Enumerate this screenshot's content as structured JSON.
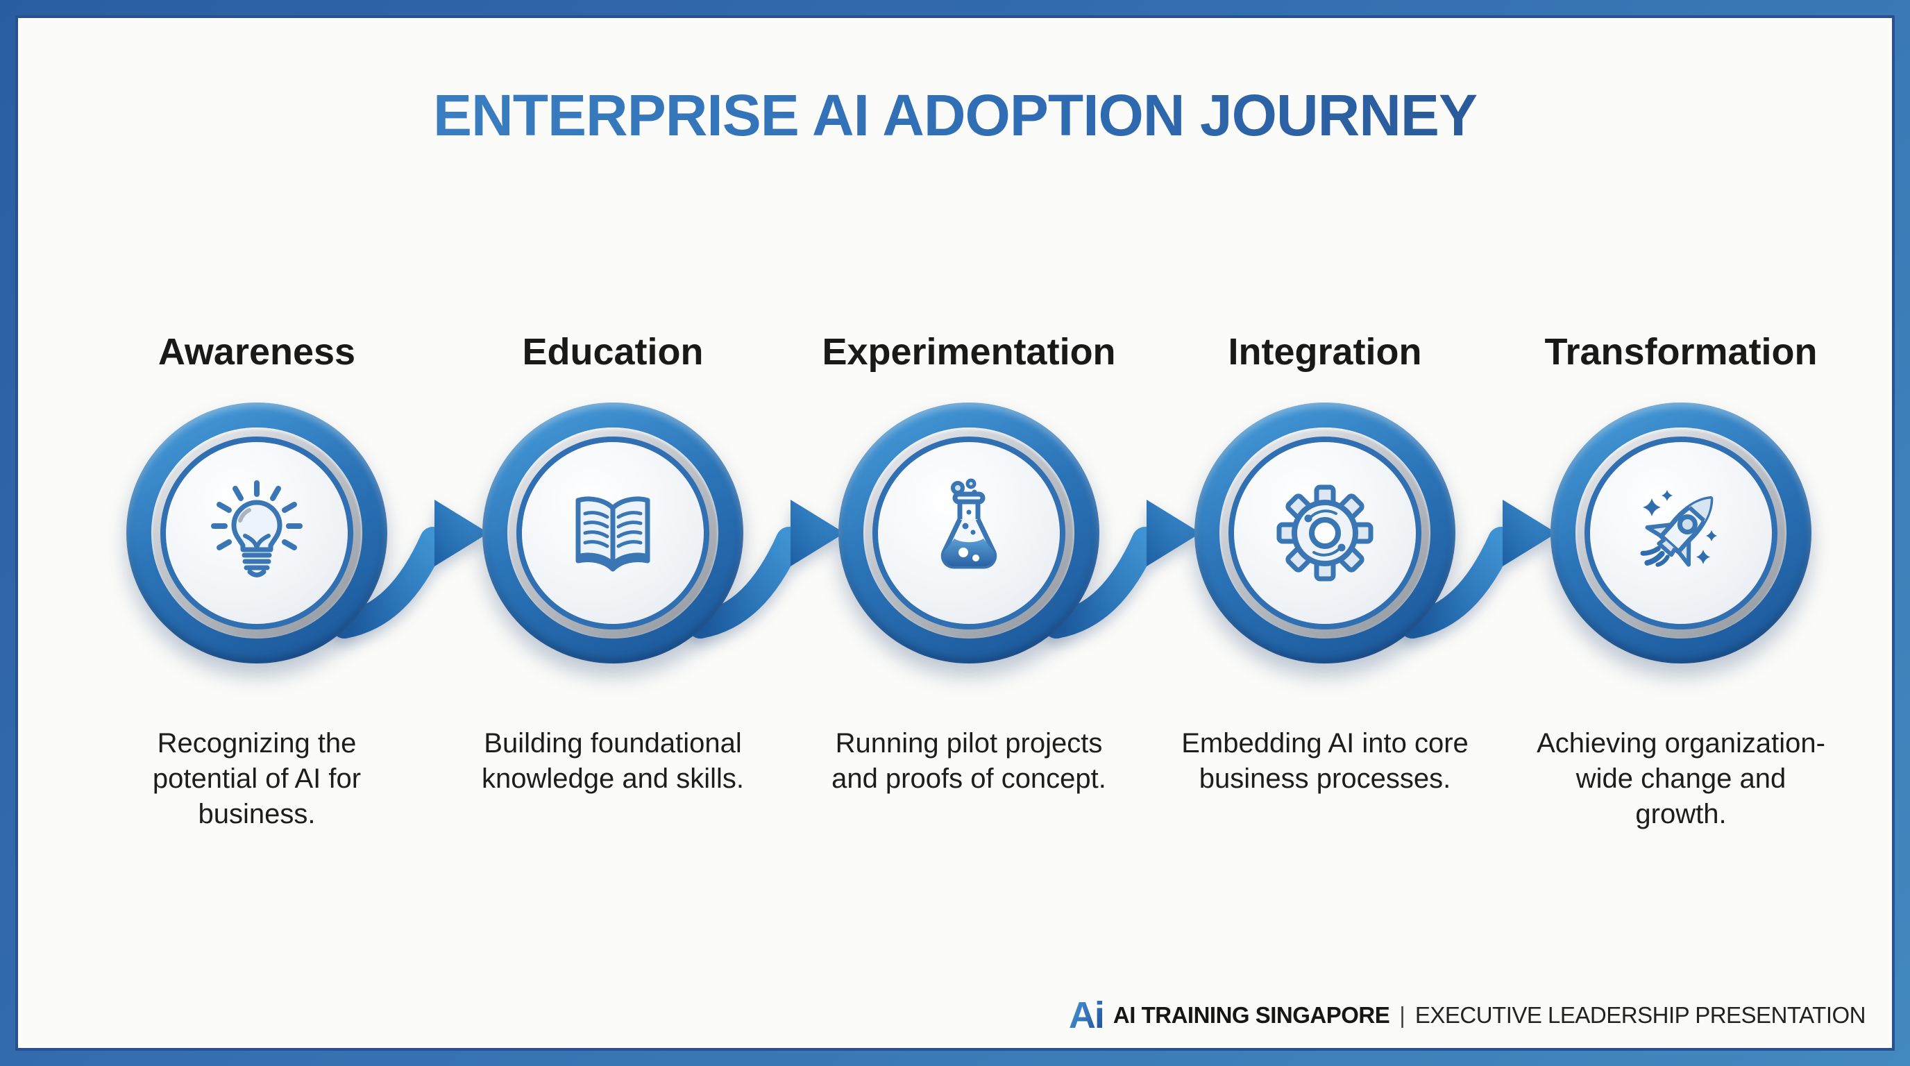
{
  "title": "ENTERPRISE AI ADOPTION JOURNEY",
  "stages": [
    {
      "label": "Awareness",
      "description": "Recognizing the potential of AI for business.",
      "icon": "lightbulb-icon"
    },
    {
      "label": "Education",
      "description": "Building foundational knowledge and skills.",
      "icon": "open-book-icon"
    },
    {
      "label": "Experimentation",
      "description": "Running pilot projects and proofs of concept.",
      "icon": "flask-icon"
    },
    {
      "label": "Integration",
      "description": "Embedding AI into core business processes.",
      "icon": "gear-icon"
    },
    {
      "label": "Transformation",
      "description": "Achieving organization-wide change and growth.",
      "icon": "rocket-icon"
    }
  ],
  "footer": {
    "logo": "Ai",
    "brand": "AI TRAINING SINGAPORE",
    "separator": "|",
    "tagline": "EXECUTIVE LEADERSHIP PRESENTATION"
  },
  "colors": {
    "frame_gradient_start": "#2b5da2",
    "frame_gradient_end": "#4289bf",
    "title_gradient_start": "#4189ca",
    "title_gradient_end": "#24497f",
    "ring_blue": "#2b74b8",
    "ring_silver": "#c2c7ce",
    "icon_stroke": "#3a76b4",
    "arrow_blue": "#2f7fc2",
    "text_dark": "#1d1d1d",
    "background": "#fbfbf9"
  }
}
